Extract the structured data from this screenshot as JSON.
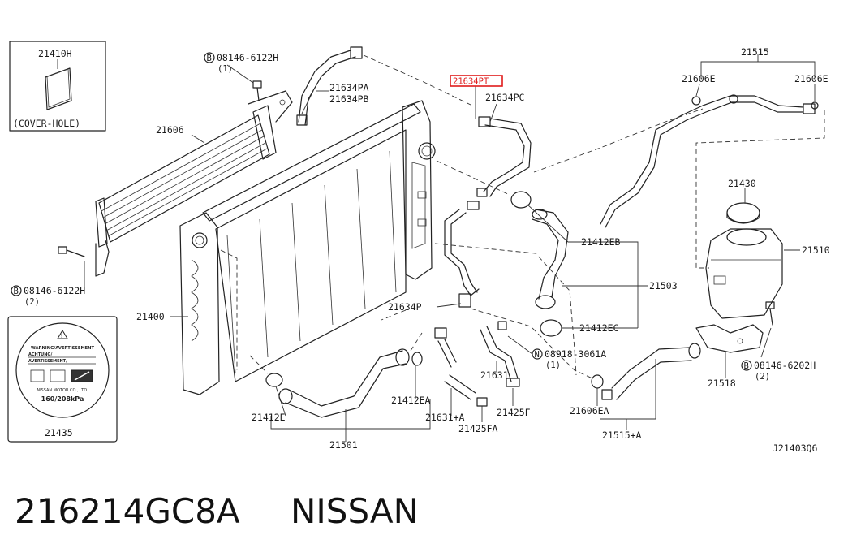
{
  "diagram": {
    "reference_code": "J21403Q6",
    "footer": {
      "part_number": "216214GC8A",
      "brand": "NISSAN"
    },
    "highlighted_part": "21634PT",
    "inset_cover": {
      "part": "21410H",
      "note": "(COVER-HOLE)"
    },
    "inset_label": {
      "part": "21435",
      "line1": "WARNING/AVERTISSEMENT",
      "line2": "ACHTUNG/",
      "line3": "AVERTISSEMENT/",
      "line4": "NISSAN MOTOR CO., LTD.",
      "line5": "160/208kPa"
    },
    "bolt_labels": [
      {
        "code": "08146-6122H",
        "qty": "(1)"
      },
      {
        "code": "08146-6122H",
        "qty": "(2)"
      },
      {
        "code": "08918-3061A",
        "qty": "(1)"
      },
      {
        "code": "08146-6202H",
        "qty": "(2)"
      }
    ],
    "parts": {
      "p21606": "21606",
      "p21634PA": "21634PA",
      "p21634PB": "21634PB",
      "p21634PC": "21634PC",
      "p21606E_a": "21606E",
      "p21606E_b": "21606E",
      "p21515": "21515",
      "p21430": "21430",
      "p21510": "21510",
      "p21412EB": "21412EB",
      "p21503": "21503",
      "p21412EC": "21412EC",
      "p21634P": "21634P",
      "p21400": "21400",
      "p21631": "21631",
      "p21425F": "21425F",
      "p21631A": "21631+A",
      "p21425FA": "21425FA",
      "p21412EA": "21412EA",
      "p21412E": "21412E",
      "p21501": "21501",
      "p21606EA": "21606EA",
      "p21515A": "21515+A",
      "p21518": "21518"
    }
  }
}
